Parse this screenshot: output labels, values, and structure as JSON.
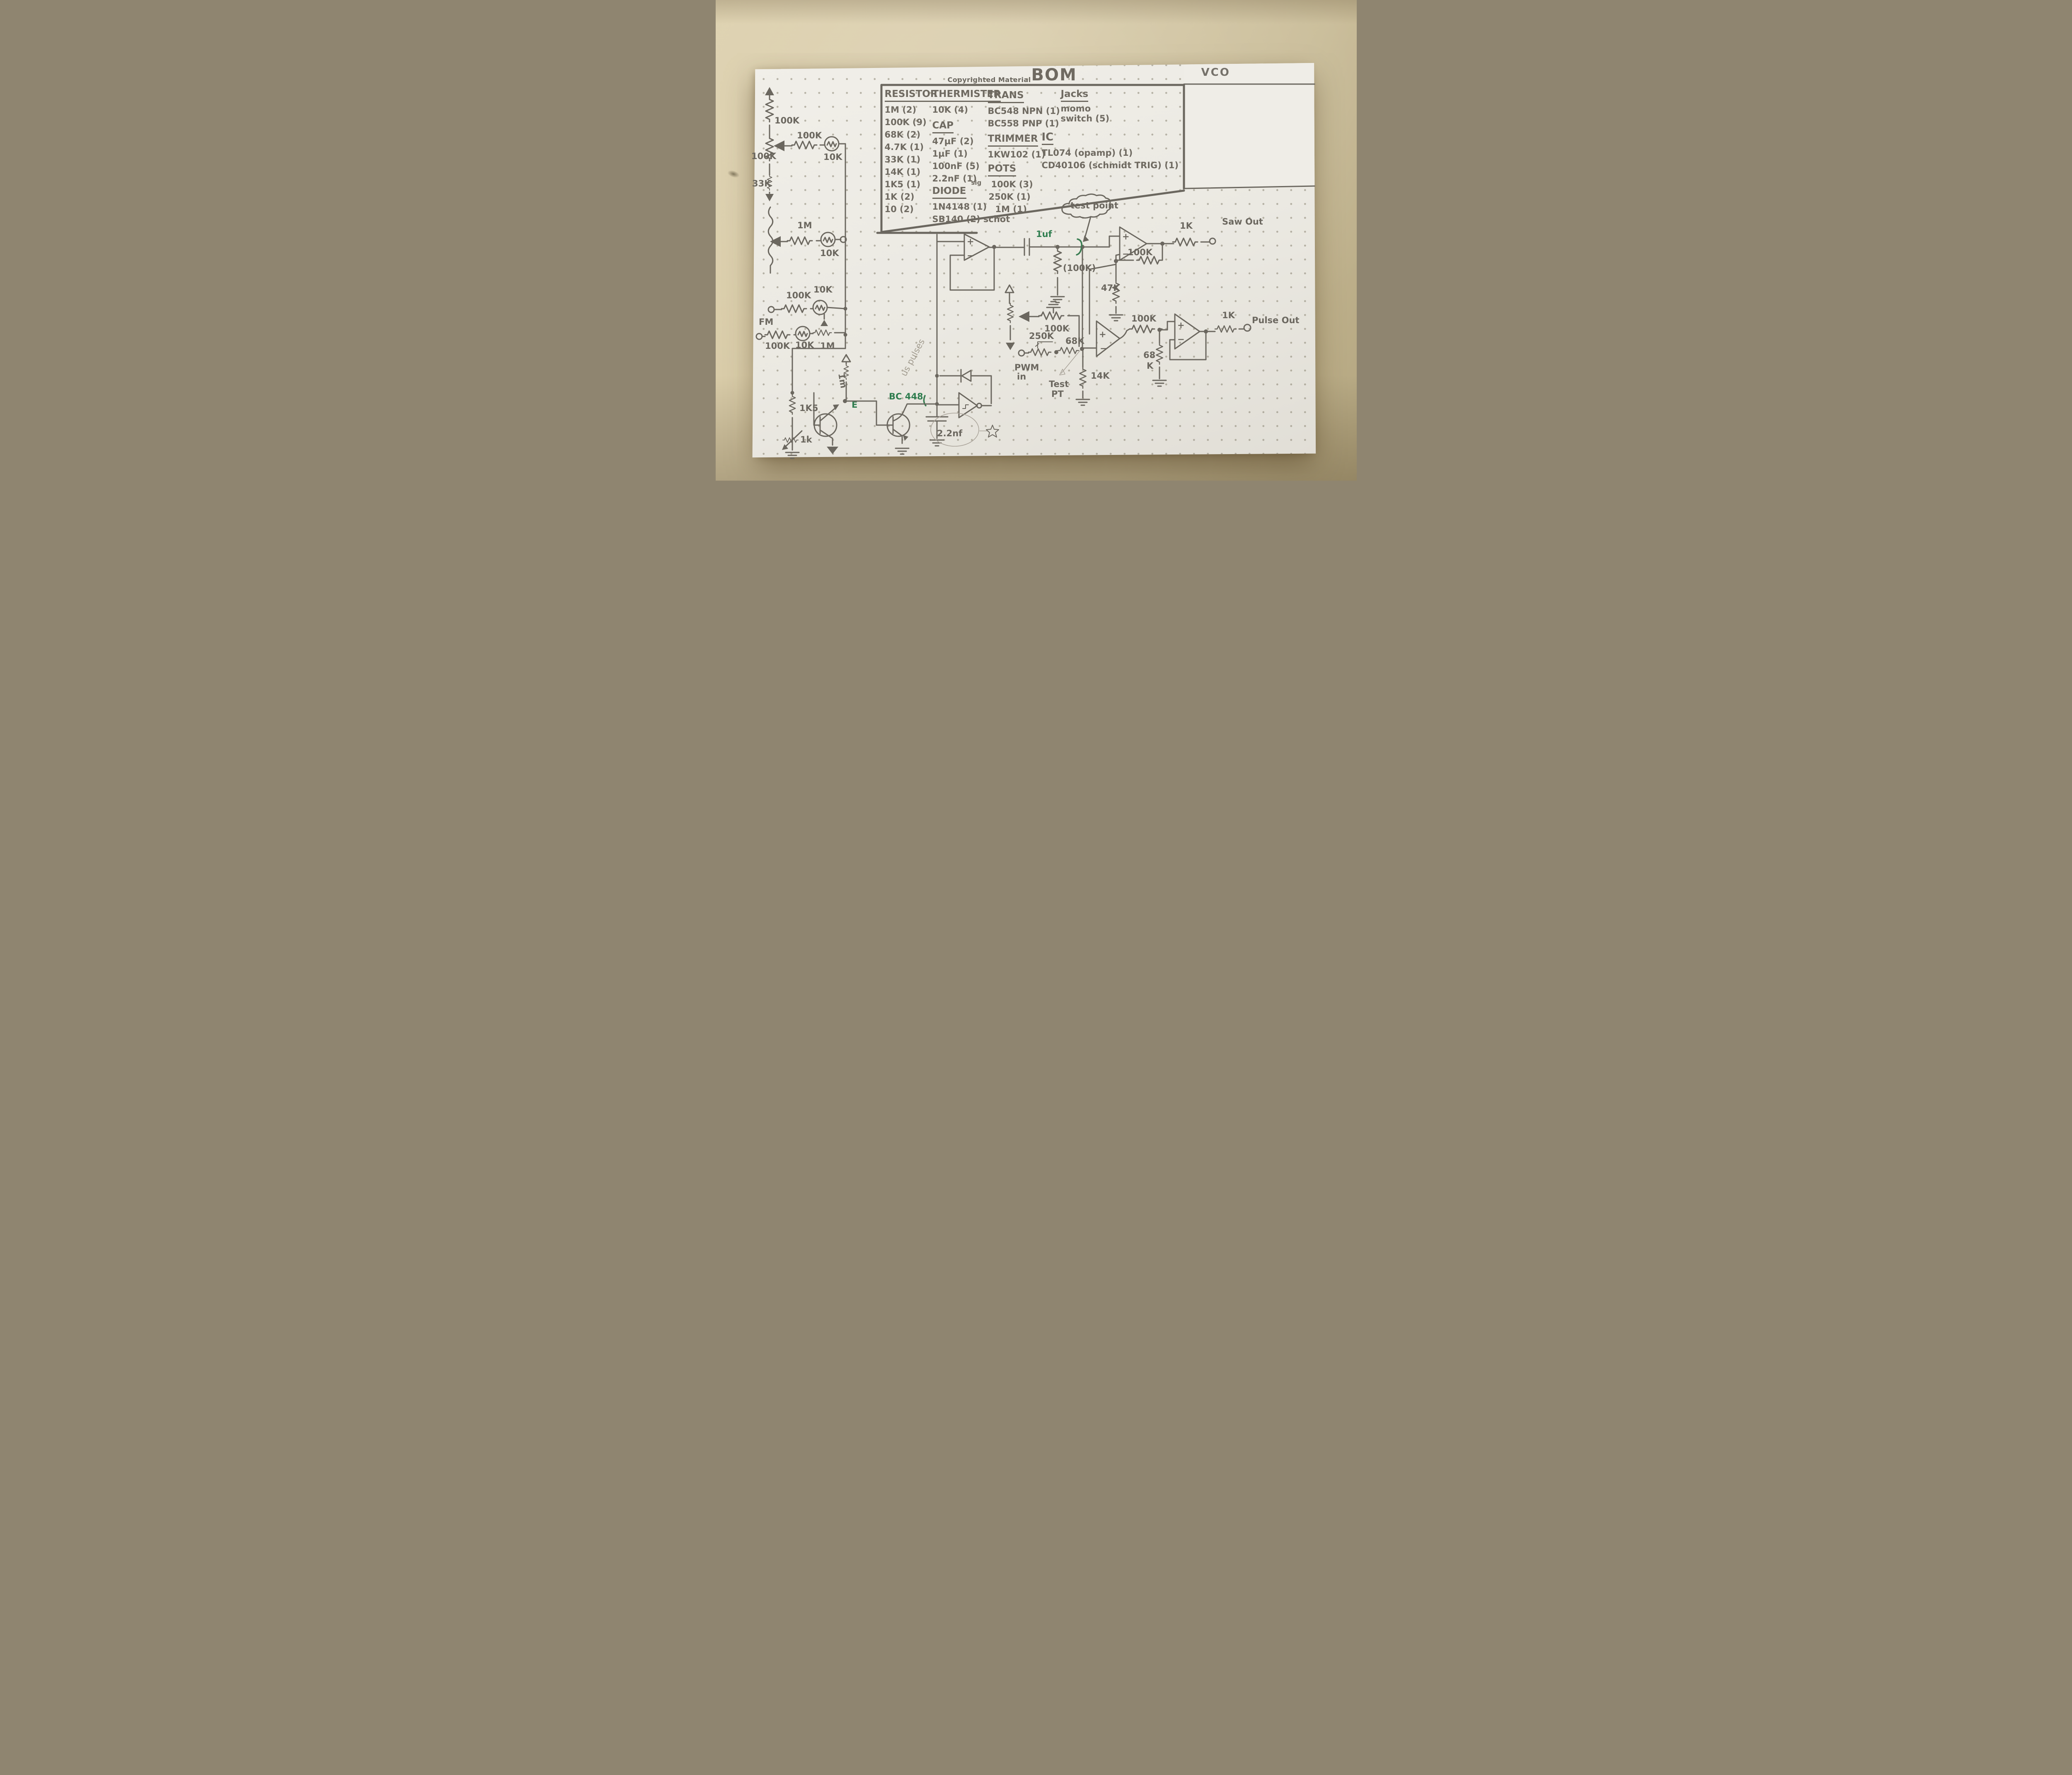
{
  "title": "VCO",
  "watermark": "Copyrighted Material",
  "bom_heading": "BOM",
  "colors": {
    "pencil": "#6b675f",
    "ink_green": "#2f7d4f",
    "paper": "#efede8",
    "desk": "#d0c3a0"
  },
  "bom": {
    "resistor": {
      "header": "RESISTOR",
      "items": [
        "1M (2)",
        "100K (9)",
        "68K (2)",
        "4.7K (1)",
        "33K (1)",
        "14K (1)",
        "1K5 (1)",
        "1K (2)",
        "10 (2)"
      ]
    },
    "thermister": {
      "header": "THERMISTER",
      "items": [
        "10K (4)"
      ]
    },
    "cap": {
      "header": "CAP",
      "items": [
        "47µF (2)",
        "1µF (1)",
        "100nF (5)",
        "2.2nF (1)"
      ]
    },
    "diode": {
      "header": "DIODE",
      "note": "sig",
      "items": [
        "1N4148 (1)",
        "SB140 (2) schot"
      ]
    },
    "trans": {
      "header": "TRANS",
      "items": [
        "BC548 NPN (1)",
        "BC558 PNP (1)"
      ]
    },
    "trimmer": {
      "header": "TRIMMER",
      "items": [
        "1KW102 (1)"
      ]
    },
    "pots": {
      "header": "POTS",
      "items": [
        "100K (3)",
        "250K (1)",
        "1M (1)"
      ]
    },
    "jacks": {
      "header": "Jacks",
      "items": [
        "momo",
        "switch (5)"
      ]
    },
    "ic": {
      "header": "IC",
      "items": [
        "TL074 (opamp) (1)",
        "CD40106 (schmidt TRIG) (1)"
      ]
    }
  },
  "schematic": {
    "plus": "+",
    "minus": "−",
    "left_chain": {
      "r1": "100K",
      "r2": "100K",
      "r3": "33K"
    },
    "row1": {
      "r": "100K",
      "th": "10K"
    },
    "row2": {
      "r": "1M",
      "th": "10K"
    },
    "row3": {
      "r": "100K",
      "th": "10K"
    },
    "row4": {
      "label": "FM",
      "r": "100K",
      "th": "10K",
      "pot": "1M"
    },
    "core": {
      "rail": "1m",
      "r1k5": "1K5",
      "r1k": "1k",
      "e": "E",
      "bc448": "BC 448",
      "cap": "2.2nf",
      "pulses": "us pulses"
    },
    "integrator": {
      "cap": "1uf",
      "testpoint": "test point",
      "r": "(100K)"
    },
    "saw": {
      "fb": "100K",
      "r47k": "47K",
      "r1k": "1K",
      "out": "Saw Out"
    },
    "pwm": {
      "pot": "100K",
      "trim": "250K",
      "r68k": "68K",
      "in1": "PWM",
      "in2": "in",
      "r14k": "14K",
      "t1": "Test",
      "t2": "PT"
    },
    "pulse": {
      "r100k": "100K",
      "r68a": "68",
      "r68b": "K",
      "r1k": "1K",
      "out": "Pulse Out"
    }
  }
}
